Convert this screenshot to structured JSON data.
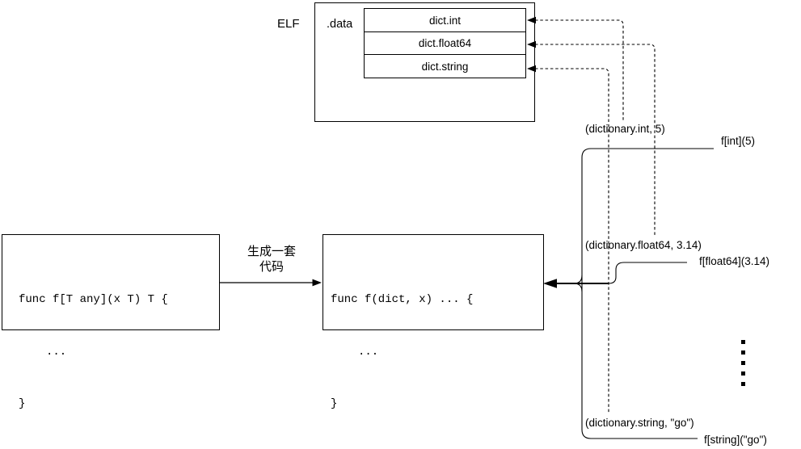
{
  "diagram": {
    "elf": {
      "label": "ELF",
      "section": ".data",
      "entries": [
        "dict.int",
        "dict.float64",
        "dict.string"
      ]
    },
    "generic_func": {
      "line1": "func f[T any](x T) T {",
      "line2": "...",
      "line3": "}"
    },
    "stenciled_func": {
      "line1": "func f(dict, x) ... {",
      "line2": "...",
      "line3": "}"
    },
    "codegen_label": {
      "line1": "生成一套",
      "line2": "代码"
    },
    "calls": [
      {
        "args": "(dictionary.int, 5)",
        "expr": "f[int](5)"
      },
      {
        "args": "(dictionary.float64, 3.14)",
        "expr": "f[float64](3.14)"
      },
      {
        "args": "(dictionary.string, \"go\")",
        "expr": "f[string](\"go\")"
      }
    ],
    "colors": {
      "ink": "#000000",
      "background": "#ffffff"
    }
  }
}
